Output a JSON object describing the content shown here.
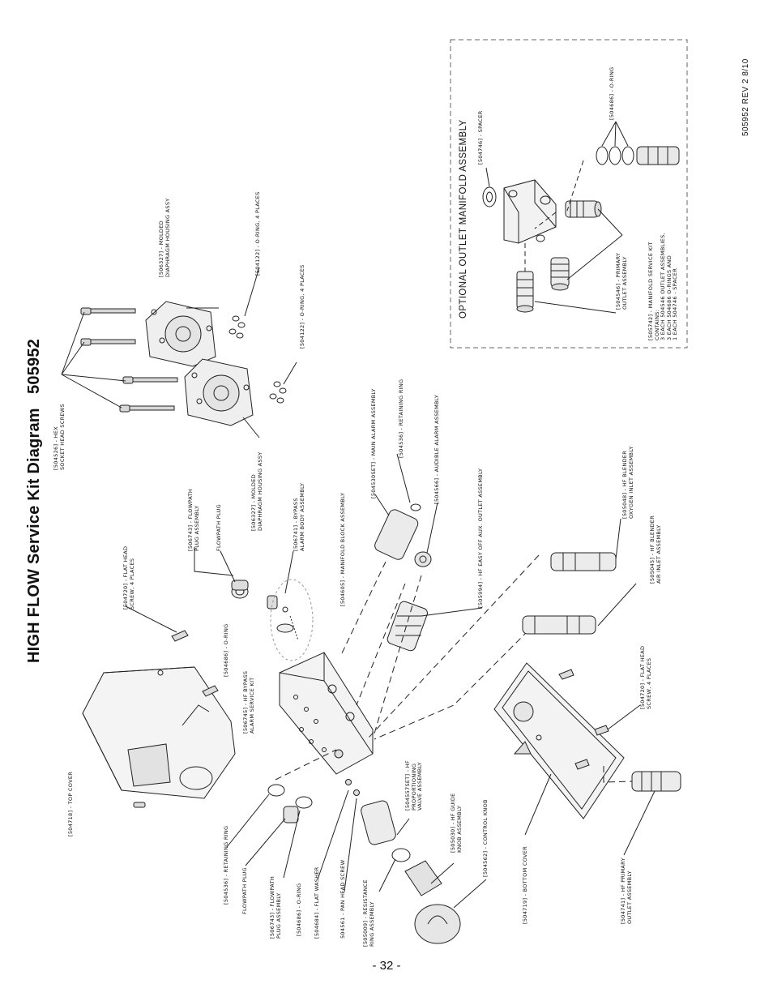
{
  "header": {
    "title": "HIGH FLOW Service Kit Diagram",
    "part_number": "505952",
    "revision": "505952 REV 2 8/10"
  },
  "footer": {
    "page_number": "- 32 -"
  },
  "optional_box": {
    "title": "OPTIONAL OUTLET MANIFOLD ASSEMBLY",
    "callouts": [
      {
        "lines": [
          "[504686] - O-RING"
        ]
      },
      {
        "lines": [
          "[504746] - SPACER"
        ]
      },
      {
        "lines": [
          "[504546] - PRIMARY",
          "OUTLET ASSEMBLY"
        ]
      },
      {
        "lines": [
          "[505742] - MANIFOLD SERVICE KIT",
          "CONTAINS:",
          "3 EACH 504546 OUTLET ASSEMBLIES,",
          "3 EACH 504686 O-RINGS AND",
          "1 EACH 504746 - SPACER"
        ]
      }
    ]
  },
  "callouts": [
    {
      "lines": [
        "[504526] - HEX",
        "SOCKET HEAD SCREWS"
      ]
    },
    {
      "lines": [
        "[506327] - MOLDED",
        "DIAPHRAGM HOUSING ASSY"
      ]
    },
    {
      "lines": [
        "[504122] - O-RING, 4 PLACES"
      ]
    },
    {
      "lines": [
        "[504122] - O-RING, 4 PLACES"
      ]
    },
    {
      "lines": [
        "[506327] - MOLDED",
        "DIAPHRAGM HOUSING ASSY"
      ]
    },
    {
      "lines": [
        "[504530SET] - MAIN ALARM ASSEMBLY"
      ]
    },
    {
      "lines": [
        "[504536] - RETAINING RING"
      ]
    },
    {
      "lines": [
        "[504566] - AUDIBLE ALARM ASSEMBLY"
      ]
    },
    {
      "lines": [
        "[505994] - HF EASY OFF AUX. OUTLET ASSEMBLY"
      ]
    },
    {
      "lines": [
        "[505048] - HF BLENDER",
        "OXYGEN INLET ASSEMBLY"
      ]
    },
    {
      "lines": [
        "[505045] - HF BLENDER",
        "AIR INLET ASSEMBLY"
      ]
    },
    {
      "lines": [
        "[504720] - FLAT HEAD",
        "SCREW, 4 PLACES"
      ]
    },
    {
      "lines": [
        "[506743] - FLOWPATH",
        "PLUG ASSEMBLY"
      ]
    },
    {
      "lines": [
        "FLOWPATH PLUG"
      ]
    },
    {
      "lines": [
        "[506741] - BYPASS",
        "ALARM BODY ASSEMBLY"
      ]
    },
    {
      "lines": [
        "[504605] - MANIFOLD BLOCK ASSEMBLY"
      ]
    },
    {
      "lines": [
        "[504686] - O-RING"
      ]
    },
    {
      "lines": [
        "[506745] - HF BYPASS",
        "ALARM SERVICE KIT"
      ]
    },
    {
      "lines": [
        "[504718] - TOP COVER"
      ]
    },
    {
      "lines": [
        "[504536] - RETAINING RING"
      ]
    },
    {
      "lines": [
        "FLOWPATH PLUG"
      ]
    },
    {
      "lines": [
        "[506743] - FLOWPATH",
        "PLUG ASSEMBLY"
      ]
    },
    {
      "lines": [
        "[504686] - O-RING"
      ]
    },
    {
      "lines": [
        "[504684] - FLAT WASHER"
      ]
    },
    {
      "lines": [
        "504561 - PAN HEAD SCREW"
      ]
    },
    {
      "lines": [
        "[505009] - RESISTANCE",
        "RING ASSEMBLY"
      ]
    },
    {
      "lines": [
        "[504557SET] - HF",
        "PROPORTIONING",
        "VALVE ASSEMBLY"
      ]
    },
    {
      "lines": [
        "[505030] - HF GUIDE",
        "KNOB ASSEMBLY"
      ]
    },
    {
      "lines": [
        "[504562] - CONTROL KNOB"
      ]
    },
    {
      "lines": [
        "[504719] - BOTTOM COVER"
      ]
    },
    {
      "lines": [
        "[504720] - FLAT HEAD",
        "SCREW, 4 PLACES"
      ]
    },
    {
      "lines": [
        "[504741] - HF PRIMARY",
        "OUTLET ASSEMBLY"
      ]
    }
  ]
}
